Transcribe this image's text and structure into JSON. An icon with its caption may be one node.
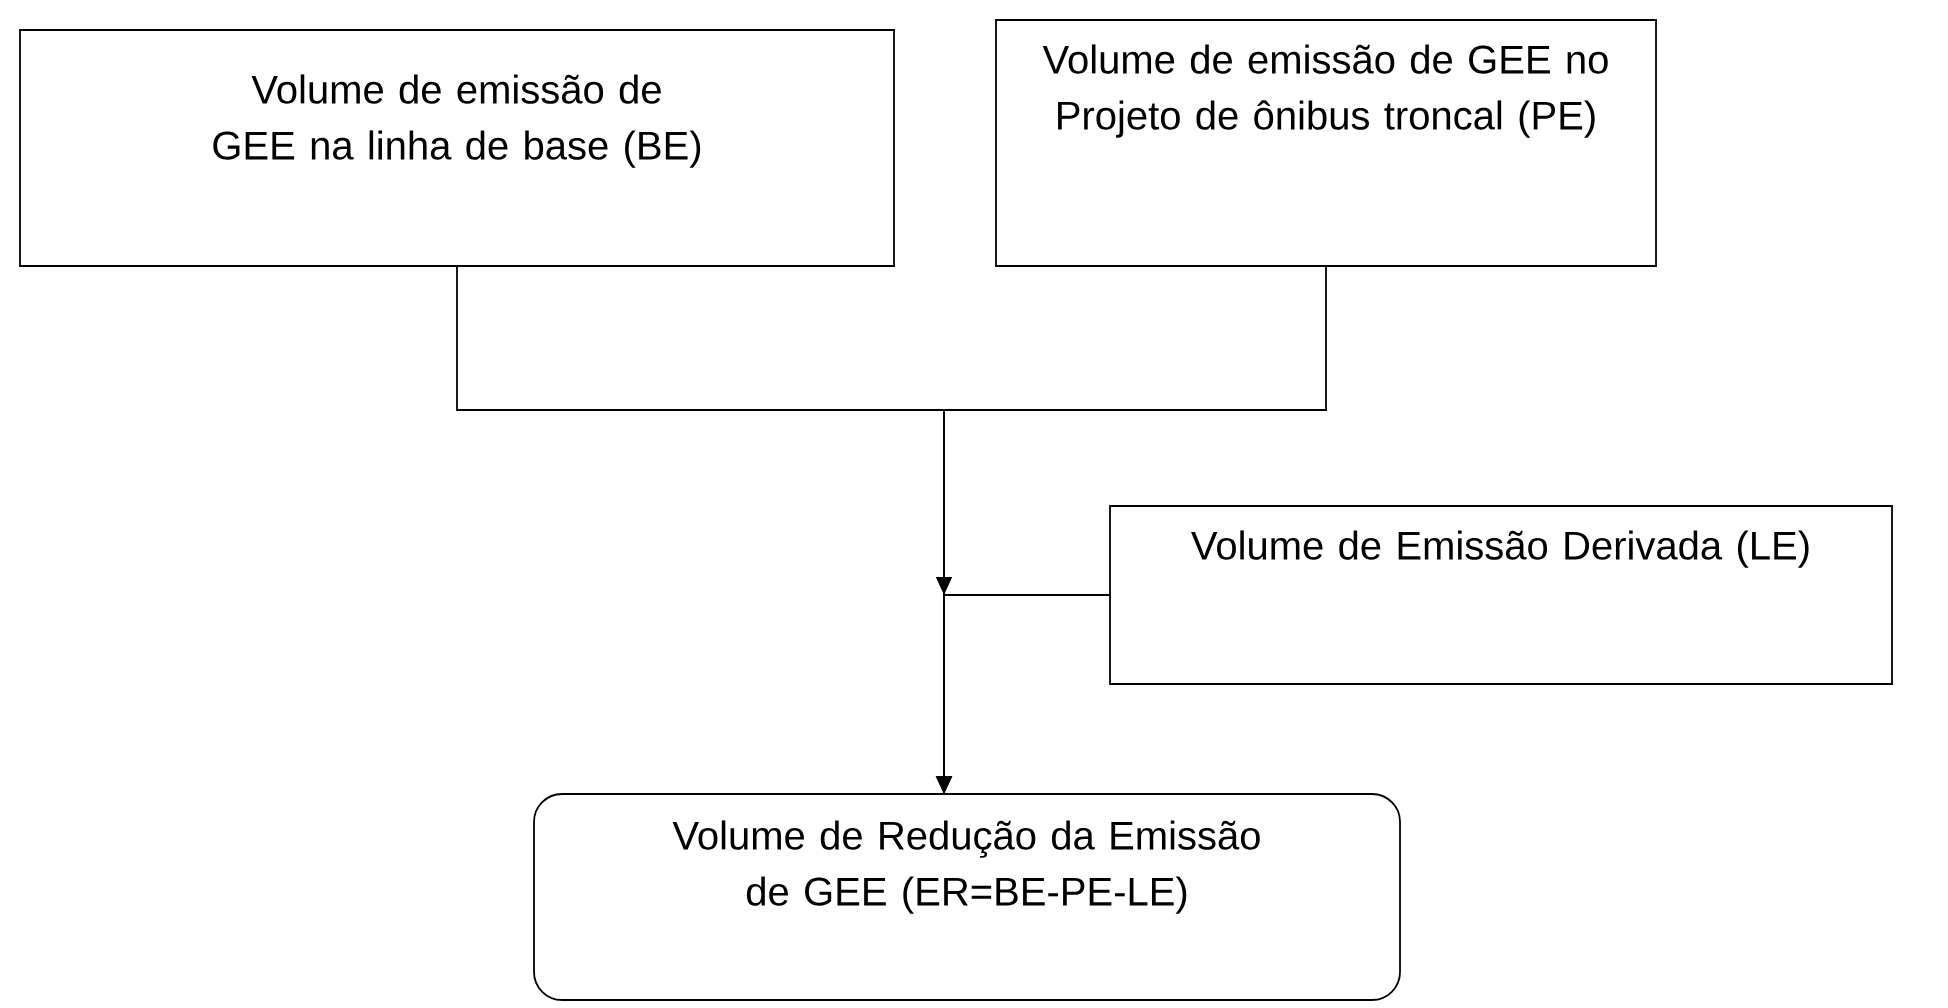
{
  "diagram": {
    "nodes": [
      {
        "text": [
          "Volume de emissão de GEE na linha de base (BE)"
        ]
      },
      {
        "text": [
          "Volume de emissão de GEE no Projeto de ônibus troncal (PE)"
        ]
      },
      {
        "text": [
          "Volume de Emissão Derivada (LE)"
        ]
      },
      {
        "text": [
          "Volume de Redução da Emissão de GEE (ER=BE-PE-LE)"
        ]
      }
    ],
    "edges": [
      {
        "from": 0,
        "to": 3,
        "arrow": "to"
      },
      {
        "from": 1,
        "to": 3,
        "arrow": "to"
      },
      {
        "from": 2,
        "to": 3,
        "arrow": "to"
      }
    ]
  }
}
